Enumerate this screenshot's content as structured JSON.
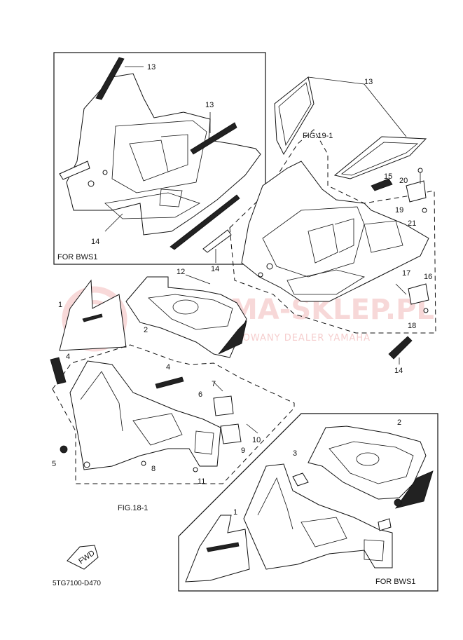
{
  "diagram": {
    "code": "5TG7100-D470",
    "fwd_label": "FWD",
    "fig_refs": [
      "FIG.19-1",
      "FIG.18-1"
    ],
    "variant_labels": [
      "FOR BWS1",
      "FOR BWS1"
    ],
    "callouts": [
      "1",
      "2",
      "3",
      "4",
      "5",
      "6",
      "7",
      "8",
      "9",
      "10",
      "11",
      "12",
      "13",
      "14",
      "15",
      "16",
      "17",
      "18",
      "19",
      "20",
      "21"
    ],
    "watermark": {
      "main": "ZAMA-SKLEP.PL",
      "sub": "AUTORYZOWANY DEALER YAMAHA"
    }
  }
}
